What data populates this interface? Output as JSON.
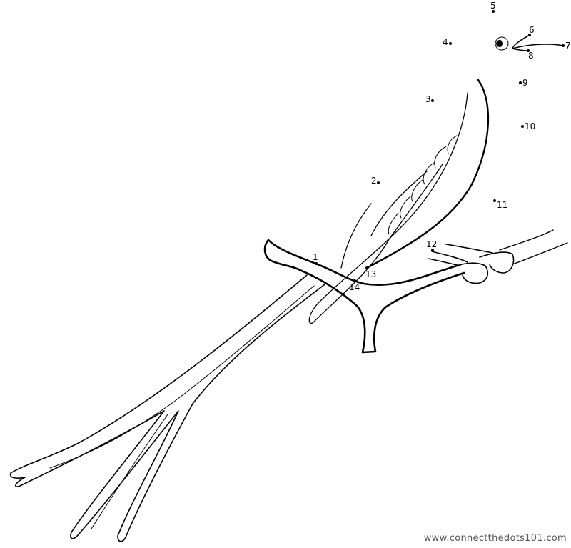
{
  "dots": [
    {
      "label": "1"
    },
    {
      "label": "2"
    },
    {
      "label": "3"
    },
    {
      "label": "4"
    },
    {
      "label": "5"
    },
    {
      "label": "6"
    },
    {
      "label": "7"
    },
    {
      "label": "8"
    },
    {
      "label": "9"
    },
    {
      "label": "10"
    },
    {
      "label": "11"
    },
    {
      "label": "12"
    },
    {
      "label": "13"
    },
    {
      "label": "14"
    }
  ],
  "watermark": "www.connectthedots101.com"
}
